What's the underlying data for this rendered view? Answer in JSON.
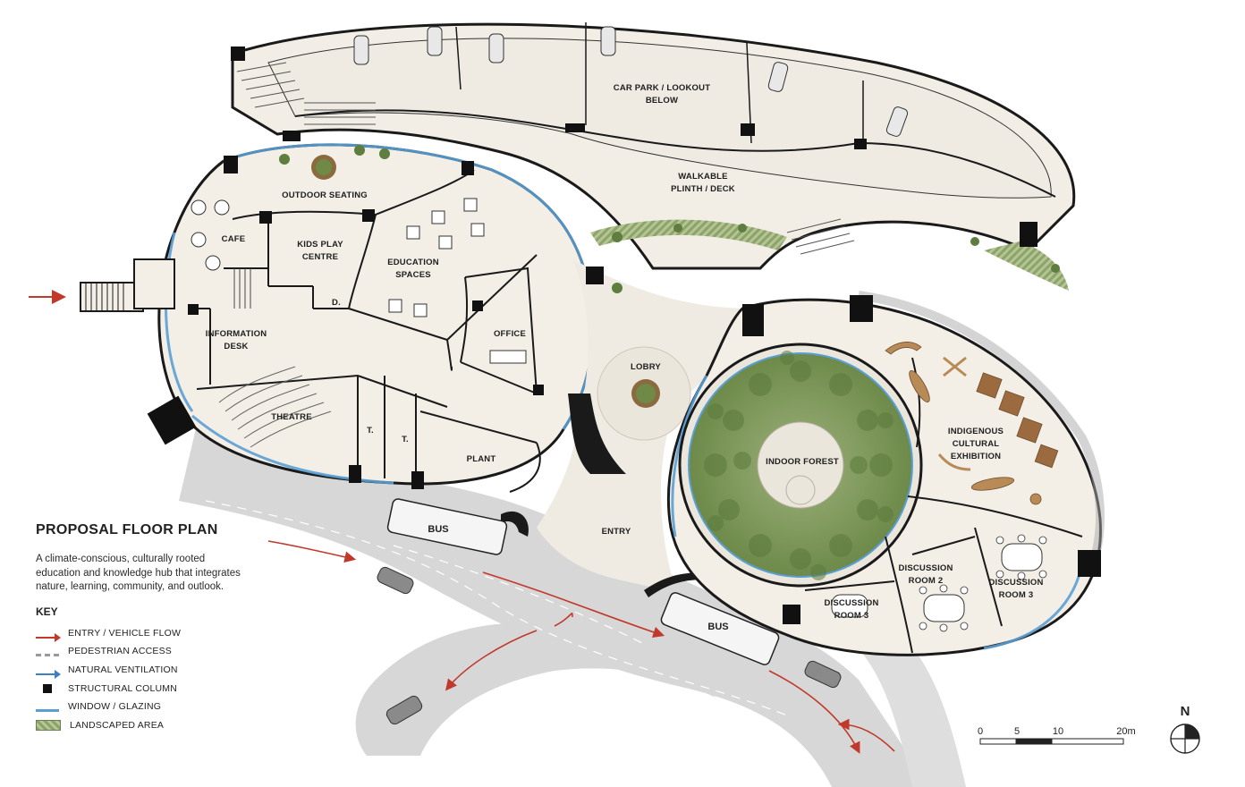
{
  "rooms": {
    "car_park": [
      "CAR PARK / LOOKOUT",
      "BELOW"
    ],
    "plinth": [
      "WALKABLE",
      "PLINTH / DECK"
    ],
    "outdoor_seating": "OUTDOOR SEATING",
    "cafe": "CAFE",
    "kids_play": [
      "KIDS PLAY",
      "CENTRE"
    ],
    "education": [
      "EDUCATION",
      "SPACES"
    ],
    "office": "OFFICE",
    "store_d": "D.",
    "info_desk": [
      "INFORMATION",
      "DESK"
    ],
    "theatre": "THEATRE",
    "toilet_1": "T.",
    "toilet_2": "T.",
    "plant": "PLANT",
    "lobby": "LOBRY",
    "entry": "ENTRY",
    "indoor_forest": "INDOOR FOREST",
    "exhibition": [
      "INDIGENOUS",
      "CULTURAL",
      "EXHIBITION"
    ],
    "discussion_2": [
      "DISCUSSION",
      "ROOM 2"
    ],
    "discussion_3a": [
      "DISCUSSION",
      "ROOM 3"
    ],
    "discussion_3b": [
      "DISCUSSION",
      "ROOM 3"
    ]
  },
  "vehicles": {
    "bus_1": "BUS",
    "bus_2": "BUS"
  },
  "legend": {
    "title": "PROPOSAL FLOOR PLAN",
    "description": "A climate-conscious, culturally rooted education and knowledge hub that integrates nature, learning, community, and outlook.",
    "key_heading": "KEY",
    "items": [
      {
        "label": "ENTRY / VEHICLE FLOW",
        "color": "#c0392b"
      },
      {
        "label": "PEDESTRIAN ACCESS",
        "color": "#9a9a9a"
      },
      {
        "label": "NATURAL VENTILATION",
        "color": "#3b7fc4"
      },
      {
        "label": "STRUCTURAL COLUMN",
        "color": "#111111"
      },
      {
        "label": "WINDOW / GLAZING",
        "color": "#5a9fd4"
      },
      {
        "label": "LANDSCAPED AREA",
        "color": "#8ca36b"
      }
    ]
  },
  "scale_bar": {
    "ticks": [
      "0",
      "5",
      "10",
      "20m"
    ]
  },
  "north_label": "N",
  "colors": {
    "floor": "#f3efe7",
    "wall": "#1a1a1a",
    "glazing": "#5a9fd4",
    "road": "#d9d9d9",
    "forest": "#7f9a5a",
    "vehicle_flow": "#c0392b"
  }
}
